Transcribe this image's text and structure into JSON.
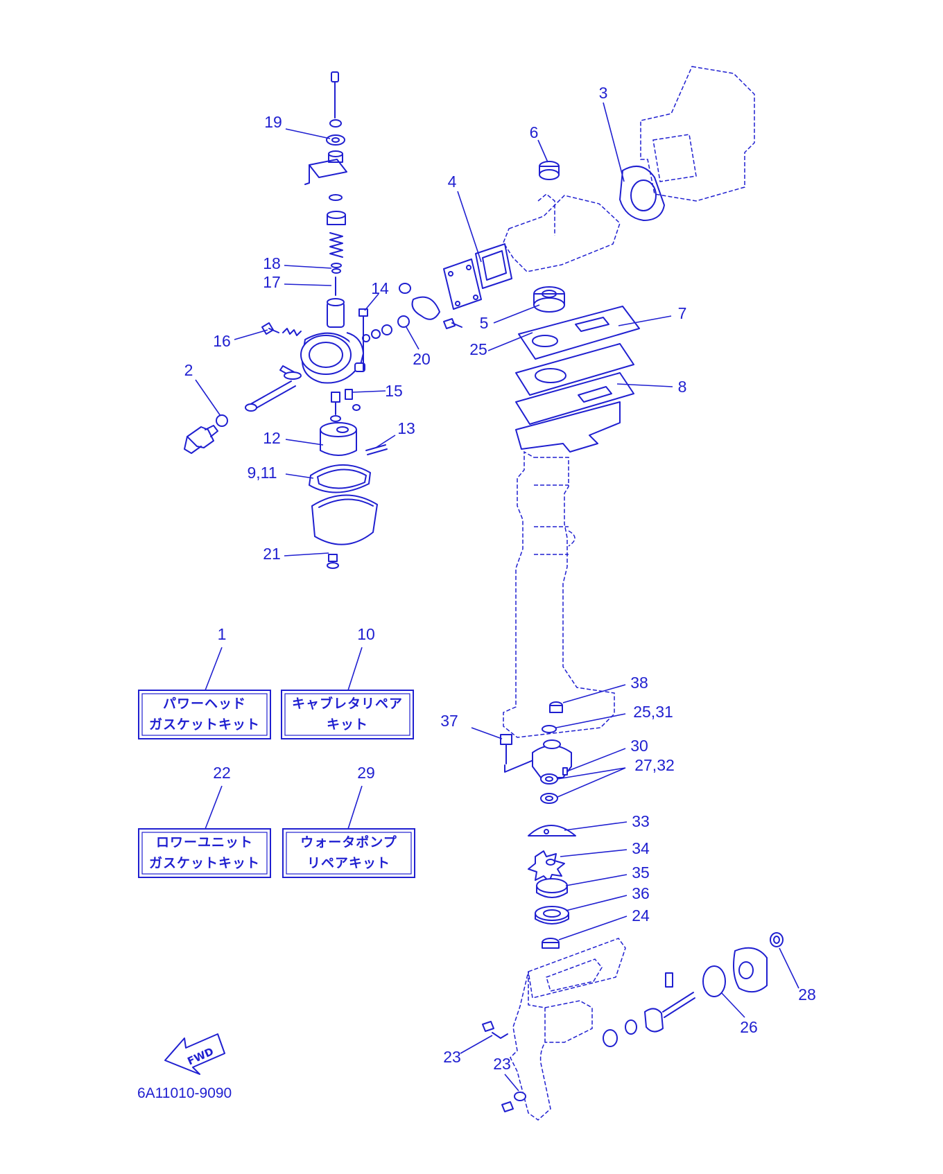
{
  "colors": {
    "ink": "#1f1fd0",
    "paper": "#ffffff"
  },
  "callouts": [
    {
      "id": "c19",
      "label": "19"
    },
    {
      "id": "c3",
      "label": "3"
    },
    {
      "id": "c6",
      "label": "6"
    },
    {
      "id": "c4",
      "label": "4"
    },
    {
      "id": "c18",
      "label": "18"
    },
    {
      "id": "c17",
      "label": "17"
    },
    {
      "id": "c14",
      "label": "14"
    },
    {
      "id": "c7",
      "label": "7"
    },
    {
      "id": "c5",
      "label": "5"
    },
    {
      "id": "c16",
      "label": "16"
    },
    {
      "id": "c25a",
      "label": "25"
    },
    {
      "id": "c20",
      "label": "20"
    },
    {
      "id": "c2",
      "label": "2"
    },
    {
      "id": "c15",
      "label": "15"
    },
    {
      "id": "c8",
      "label": "8"
    },
    {
      "id": "c12",
      "label": "12"
    },
    {
      "id": "c13",
      "label": "13"
    },
    {
      "id": "c911",
      "label": "9,11"
    },
    {
      "id": "c21",
      "label": "21"
    },
    {
      "id": "c1",
      "label": "1"
    },
    {
      "id": "c10",
      "label": "10"
    },
    {
      "id": "c38",
      "label": "38"
    },
    {
      "id": "c37",
      "label": "37"
    },
    {
      "id": "c2531",
      "label": "25,31"
    },
    {
      "id": "c30",
      "label": "30"
    },
    {
      "id": "c2732",
      "label": "27,32"
    },
    {
      "id": "c22",
      "label": "22"
    },
    {
      "id": "c29",
      "label": "29"
    },
    {
      "id": "c33",
      "label": "33"
    },
    {
      "id": "c34",
      "label": "34"
    },
    {
      "id": "c35",
      "label": "35"
    },
    {
      "id": "c36",
      "label": "36"
    },
    {
      "id": "c24",
      "label": "24"
    },
    {
      "id": "c28",
      "label": "28"
    },
    {
      "id": "c26",
      "label": "26"
    },
    {
      "id": "c23a",
      "label": "23"
    },
    {
      "id": "c23b",
      "label": "23"
    }
  ],
  "kits": {
    "k1": {
      "line1": "パワーヘッド",
      "line2": "ガスケットキット"
    },
    "k10": {
      "line1": "キャブレタリペア",
      "line2": "キット"
    },
    "k22": {
      "line1": "ロワーユニット",
      "line2": "ガスケットキット"
    },
    "k29": {
      "line1": "ウォータポンプ",
      "line2": "リペアキット"
    }
  },
  "fwd_label": "FWD",
  "diagram_code": "6A11010-9090"
}
